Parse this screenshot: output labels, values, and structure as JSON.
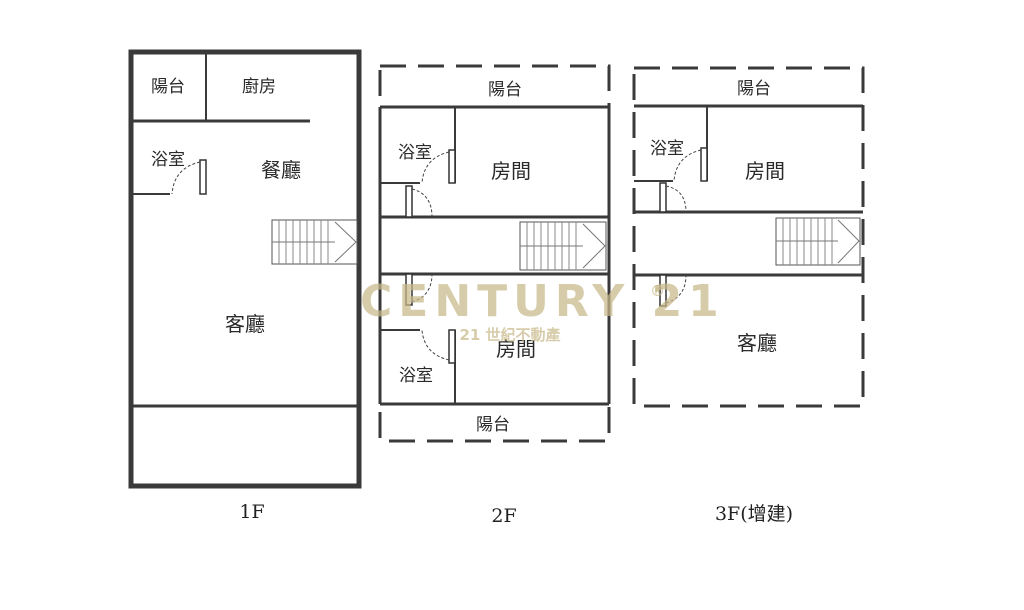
{
  "floors": {
    "f1": {
      "label": "1F",
      "rooms": {
        "balcony": "陽台",
        "kitchen": "廚房",
        "bathroom": "浴室",
        "dining": "餐廳",
        "living": "客廳"
      }
    },
    "f2": {
      "label": "2F",
      "rooms": {
        "balcony_top": "陽台",
        "bathroom_upper": "浴室",
        "room_upper": "房間",
        "bathroom_lower": "浴室",
        "room_lower": "房間",
        "balcony_bottom": "陽台"
      }
    },
    "f3": {
      "label": "3F(增建)",
      "rooms": {
        "balcony": "陽台",
        "bathroom": "浴室",
        "room": "房間",
        "living": "客廳"
      }
    }
  },
  "watermark": {
    "brand": "CENTURY 21",
    "registered": "®",
    "subtitle": "21 世紀不動產"
  },
  "colors": {
    "wall": "#3a3a3a",
    "watermark": "#c9b98a",
    "background": "#ffffff"
  }
}
